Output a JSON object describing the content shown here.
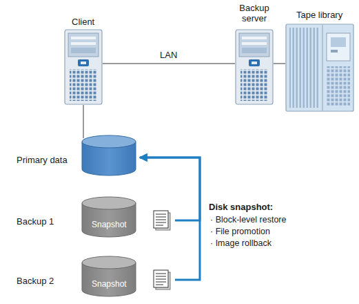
{
  "diagram": {
    "nodes": [
      {
        "text": [
          "Client"
        ]
      },
      {
        "text": [
          "Backup server"
        ]
      },
      {
        "text": [
          "Tape library"
        ]
      },
      {
        "text": [
          "Primary data"
        ]
      },
      {
        "text": [
          "Backup 1",
          "Snapshot"
        ]
      },
      {
        "text": [
          "Backup 2",
          "Snapshot"
        ]
      }
    ],
    "edges": [
      {
        "from": 0,
        "to": 1,
        "label": "LAN",
        "arrow": "none"
      },
      {
        "from": 1,
        "to": 2,
        "arrow": "none"
      },
      {
        "from": 0,
        "to": 3,
        "arrow": "none"
      },
      {
        "from": 4,
        "to": 3,
        "arrow": "to"
      },
      {
        "from": 5,
        "to": 3,
        "arrow": "to"
      }
    ],
    "labels": [
      "Disk snapshot:",
      "· Block-level restore",
      "· File promotion",
      "· Image rollback"
    ]
  }
}
